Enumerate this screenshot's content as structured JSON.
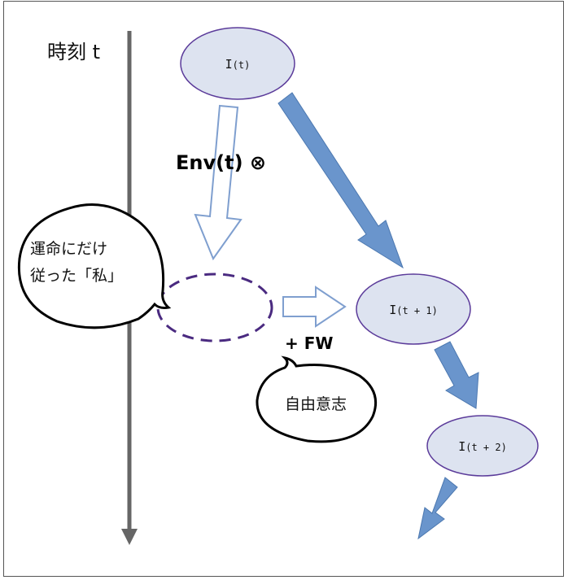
{
  "time_axis": {
    "label": "時刻  t",
    "color": "#666666"
  },
  "nodes": {
    "n0": {
      "label_main": "I",
      "label_sub": "(t)"
    },
    "n1": {
      "label_main": "I",
      "label_sub": "(t + 1)"
    },
    "n2": {
      "label_main": "I",
      "label_sub": "(t + 2)"
    }
  },
  "env_label": "Env(t) ⊗",
  "fw_label": "+ FW",
  "bubbles": {
    "fate": {
      "line1": "運命にだけ",
      "line2": "従った「私」"
    },
    "freewill": {
      "text": "自由意志"
    }
  },
  "colors": {
    "node_fill": "#dde3f0",
    "node_stroke": "#5b3b9a",
    "arrow_fill": "#6a95cc",
    "arrow_stroke": "#4c78b0",
    "hollow_arrow_stroke": "#7f9fcf",
    "dashed_ellipse": "#4a2a80"
  }
}
